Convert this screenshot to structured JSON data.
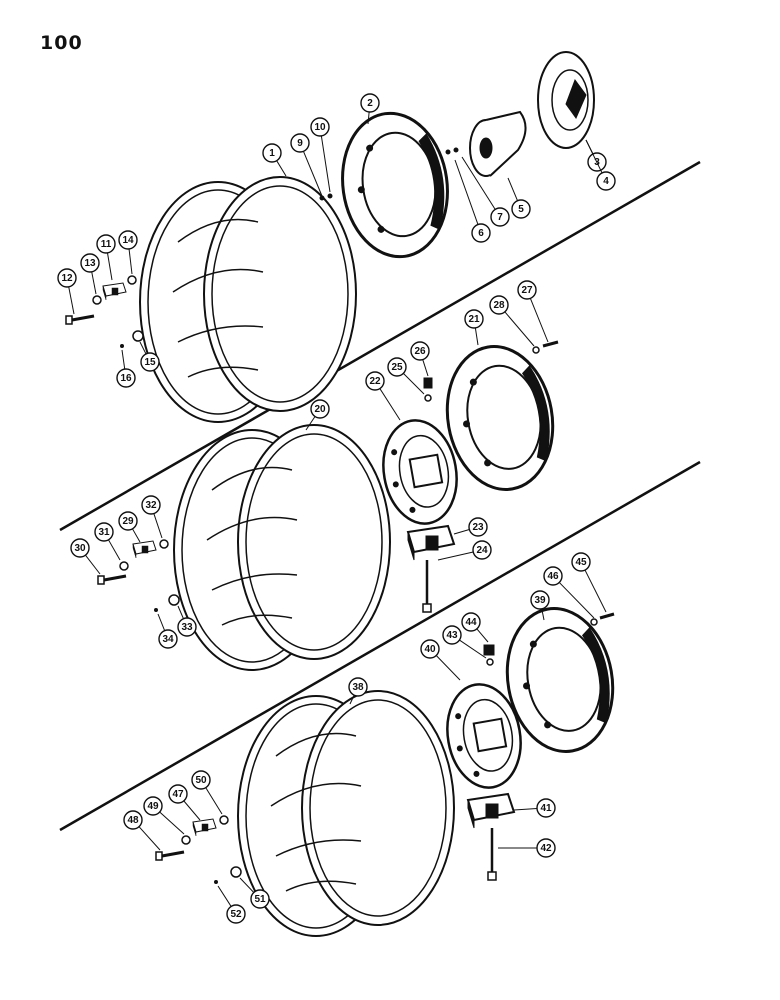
{
  "page_number": "100",
  "callouts": [
    "1",
    "2",
    "3",
    "4",
    "5",
    "6",
    "7",
    "9",
    "10",
    "11",
    "12",
    "13",
    "14",
    "15",
    "16",
    "20",
    "21",
    "22",
    "23",
    "24",
    "25",
    "26",
    "27",
    "28",
    "29",
    "30",
    "31",
    "32",
    "33",
    "34",
    "38",
    "39",
    "40",
    "41",
    "42",
    "43",
    "44",
    "45",
    "46",
    "47",
    "48",
    "49",
    "50",
    "51",
    "52"
  ]
}
